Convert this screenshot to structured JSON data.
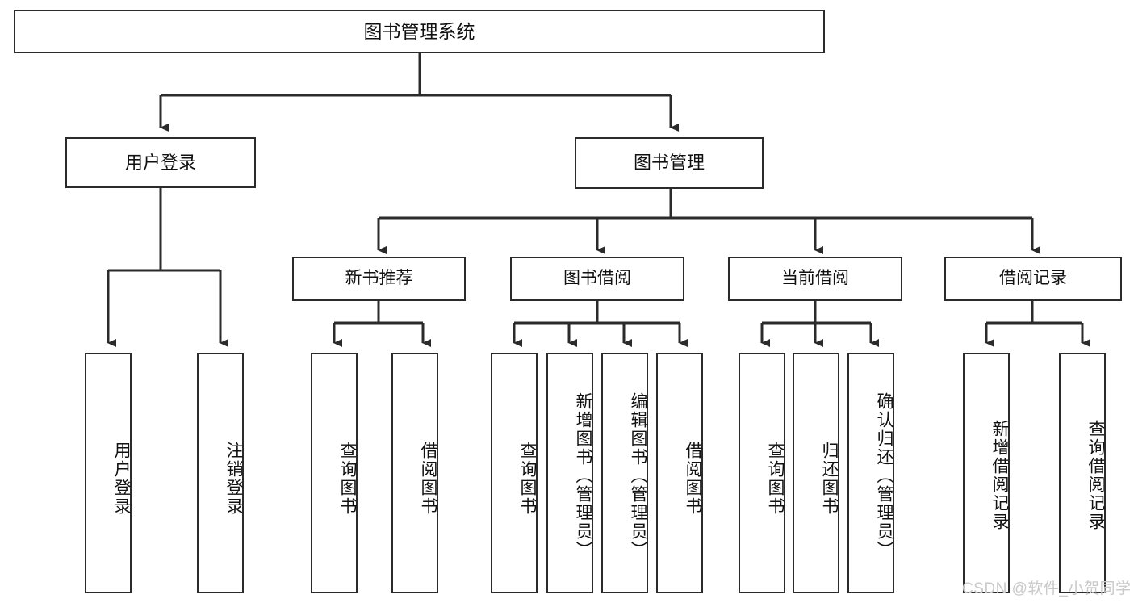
{
  "diagram": {
    "type": "hierarchy-tree",
    "root": {
      "label": "图书管理系统"
    },
    "level2": [
      {
        "label": "用户登录"
      },
      {
        "label": "图书管理"
      }
    ],
    "level3": [
      {
        "label": "新书推荐"
      },
      {
        "label": "图书借阅"
      },
      {
        "label": "当前借阅"
      },
      {
        "label": "借阅记录"
      }
    ],
    "leaves": {
      "user_login": [
        {
          "label": "用户登录"
        },
        {
          "label": "注销登录"
        }
      ],
      "new_book_recommend": [
        {
          "label": "查询图书"
        },
        {
          "label": "借阅图书"
        }
      ],
      "book_borrow": [
        {
          "label": "查询图书"
        },
        {
          "label": "新增图书（管理员）"
        },
        {
          "label": "编辑图书（管理员）"
        },
        {
          "label": "借阅图书"
        }
      ],
      "current_borrow": [
        {
          "label": "查询图书"
        },
        {
          "label": "归还图书"
        },
        {
          "label": "确认归还（管理员）"
        }
      ],
      "borrow_record": [
        {
          "label": "新增借阅记录"
        },
        {
          "label": "查询借阅记录"
        }
      ]
    }
  },
  "watermark": {
    "text": "CSDN @软件_小贺同学"
  },
  "colors": {
    "background": "#ffffff",
    "border": "#2b2b2b",
    "text": "#111111",
    "watermark": "#c9c9c9"
  }
}
